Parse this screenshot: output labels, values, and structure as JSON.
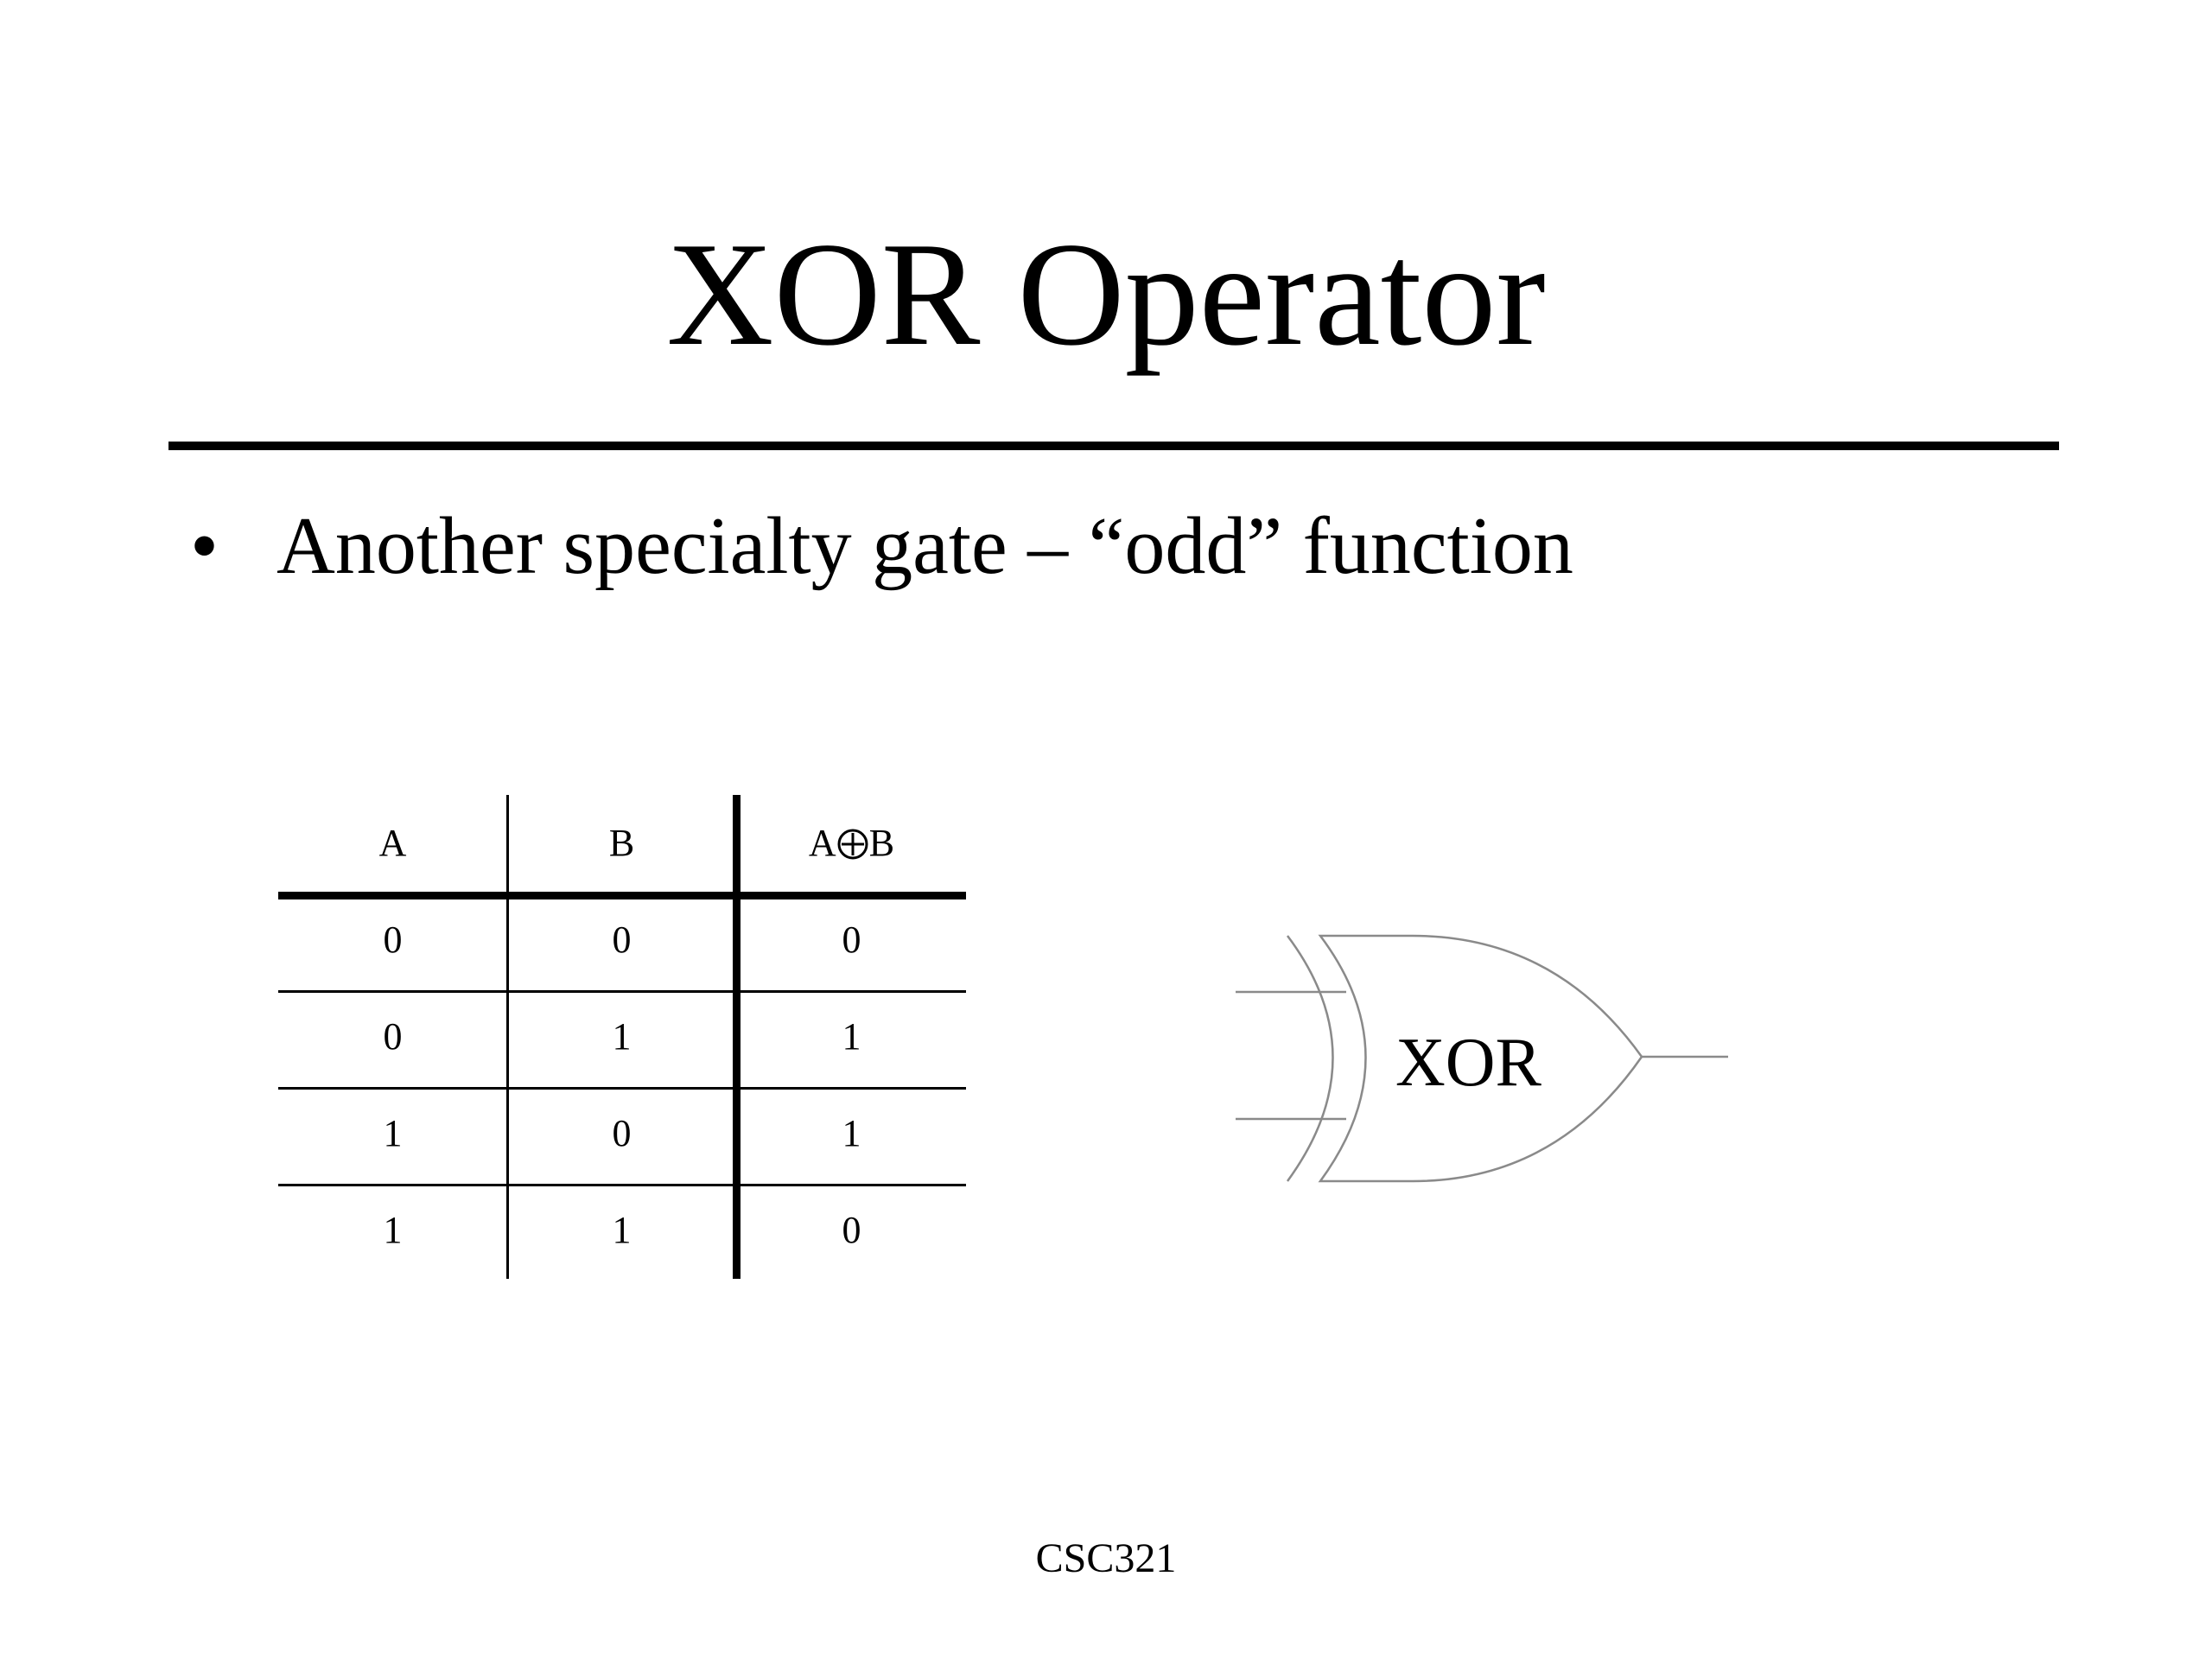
{
  "slide": {
    "title": "XOR Operator",
    "bullet_marker": "•",
    "bullet_text": "Another specialty gate – “odd” function",
    "footer": "CSC321"
  },
  "truth_table": {
    "headers": {
      "a": "A",
      "b": "B",
      "out_left": "A",
      "out_right": "B"
    },
    "operator_icon": "circled-plus-icon",
    "rows": [
      {
        "a": "0",
        "b": "0",
        "out": "0"
      },
      {
        "a": "0",
        "b": "1",
        "out": "1"
      },
      {
        "a": "1",
        "b": "0",
        "out": "1"
      },
      {
        "a": "1",
        "b": "1",
        "out": "0"
      }
    ]
  },
  "gate": {
    "label": "XOR",
    "icon": "xor-gate-icon",
    "stroke_color": "#8a8a8a"
  }
}
